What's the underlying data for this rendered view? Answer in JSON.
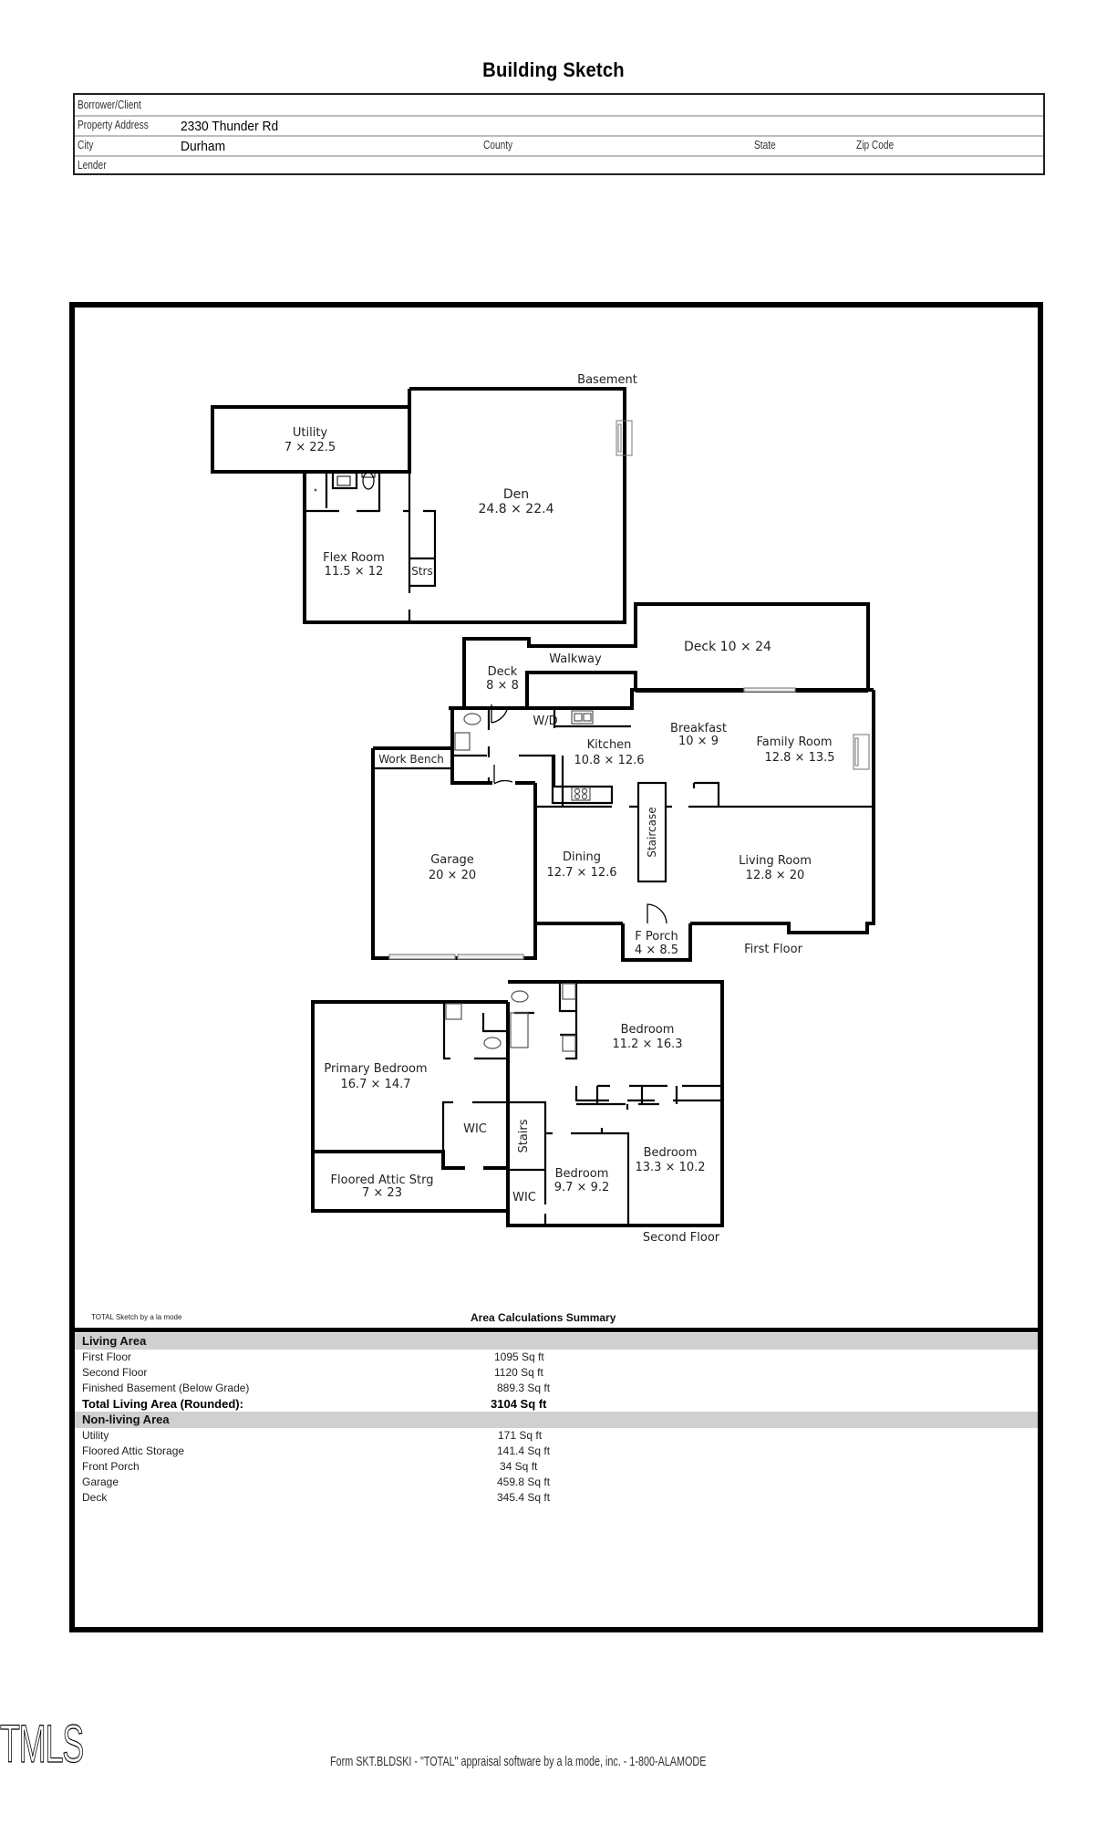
{
  "document": {
    "title": "Building Sketch"
  },
  "header": {
    "borrower_label": "Borrower/Client",
    "borrower_value": "",
    "address_label": "Property Address",
    "address_value": "2330 Thunder Rd",
    "city_label": "City",
    "city_value": "Durham",
    "county_label": "County",
    "state_label": "State",
    "zip_label": "Zip Code",
    "lender_label": "Lender"
  },
  "sketch": {
    "basement": {
      "label": "Basement",
      "rooms": [
        {
          "name": "Utility",
          "dims": "7 × 22.5"
        },
        {
          "name": "Den",
          "dims": "24.8 × 22.4"
        },
        {
          "name": "Flex Room",
          "dims": "11.5 × 12"
        },
        {
          "name": "Strs",
          "dims": ""
        }
      ]
    },
    "first_floor": {
      "label": "First Floor",
      "rooms": [
        {
          "name": "Deck",
          "dims": "8 × 8"
        },
        {
          "name": "Walkway",
          "dims": ""
        },
        {
          "name": "Deck 10 × 24",
          "dims": ""
        },
        {
          "name": "W/D",
          "dims": ""
        },
        {
          "name": "Kitchen",
          "dims": "10.8 × 12.6"
        },
        {
          "name": "Breakfast",
          "dims": "10 × 9"
        },
        {
          "name": "Family Room",
          "dims": "12.8 × 13.5"
        },
        {
          "name": "Work Bench",
          "dims": ""
        },
        {
          "name": "Garage",
          "dims": "20 × 20"
        },
        {
          "name": "Dining",
          "dims": "12.7 × 12.6"
        },
        {
          "name": "Staircase",
          "dims": ""
        },
        {
          "name": "Living Room",
          "dims": "12.8 × 20"
        },
        {
          "name": "F Porch",
          "dims": "4 × 8.5"
        }
      ]
    },
    "second_floor": {
      "label": "Second Floor",
      "rooms": [
        {
          "name": "Primary Bedroom",
          "dims": "16.7 × 14.7"
        },
        {
          "name": "Bedroom",
          "dims": "11.2 × 16.3"
        },
        {
          "name": "WIC",
          "dims": ""
        },
        {
          "name": "Stairs",
          "dims": ""
        },
        {
          "name": "Bedroom",
          "dims": "13.3 × 10.2"
        },
        {
          "name": "Floored Attic Strg",
          "dims": "7 × 23"
        },
        {
          "name": "Bedroom",
          "dims": "9.7 × 9.2"
        },
        {
          "name": "WIC",
          "dims": ""
        }
      ]
    }
  },
  "summary": {
    "credit": "TOTAL Sketch by a la mode",
    "title": "Area Calculations Summary",
    "living_header": "Living Area",
    "living_rows": [
      {
        "label": "First Floor",
        "value": "1095 Sq ft"
      },
      {
        "label": "Second Floor",
        "value": "1120 Sq ft"
      },
      {
        "label": "Finished Basement (Below Grade)",
        "value": "889.3 Sq ft"
      }
    ],
    "total_label": "Total Living Area (Rounded):",
    "total_value": "3104 Sq ft",
    "nonliving_header": "Non-living Area",
    "nonliving_rows": [
      {
        "label": "Utility",
        "value": "171 Sq ft"
      },
      {
        "label": "Floored Attic Storage",
        "value": "141.4 Sq ft"
      },
      {
        "label": "Front Porch",
        "value": "34 Sq ft"
      },
      {
        "label": "Garage",
        "value": "459.8 Sq ft"
      },
      {
        "label": "Deck",
        "value": "345.4 Sq ft"
      }
    ]
  },
  "footer": {
    "logo": "TMLS",
    "form_text": "Form SKT.BLDSKI - \"TOTAL\" appraisal software by a la mode, inc. - 1-800-ALAMODE"
  }
}
